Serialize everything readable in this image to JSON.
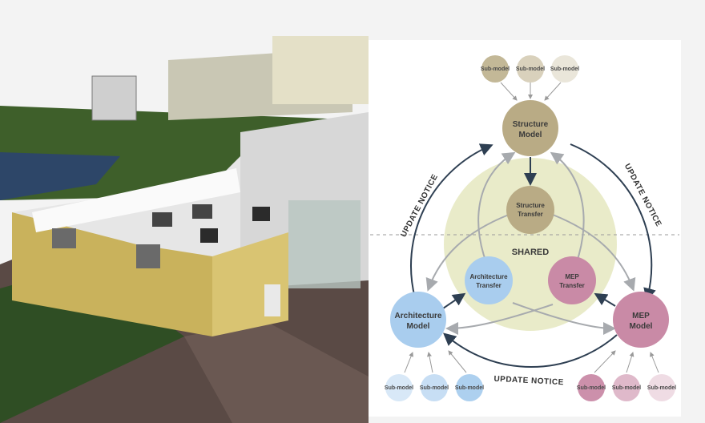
{
  "diagram": {
    "shared_label": "SHARED",
    "update_notice_left": "UPDATE NOTICE",
    "update_notice_right": "UPDATE NOTICE",
    "update_notice_bottom": "UPDATE NOTICE",
    "nodes": {
      "structure_model": [
        "Structure",
        "Model"
      ],
      "architecture_model": [
        "Architecture",
        "Model"
      ],
      "mep_model": [
        "MEP",
        "Model"
      ],
      "structure_transfer": [
        "Structure",
        "Transfer"
      ],
      "architecture_transfer": [
        "Architecture",
        "Transfer"
      ],
      "mep_transfer": [
        "MEP",
        "Transfer"
      ]
    },
    "sub_model_label": "Sub-model",
    "colors": {
      "structure": "#b9ab85",
      "architecture": "#a9cdee",
      "mep": "#c98aa6",
      "shared_zone": "#e9ebc9",
      "arrow": "#2e3f52",
      "arrow_light": "#a7aaae"
    }
  }
}
